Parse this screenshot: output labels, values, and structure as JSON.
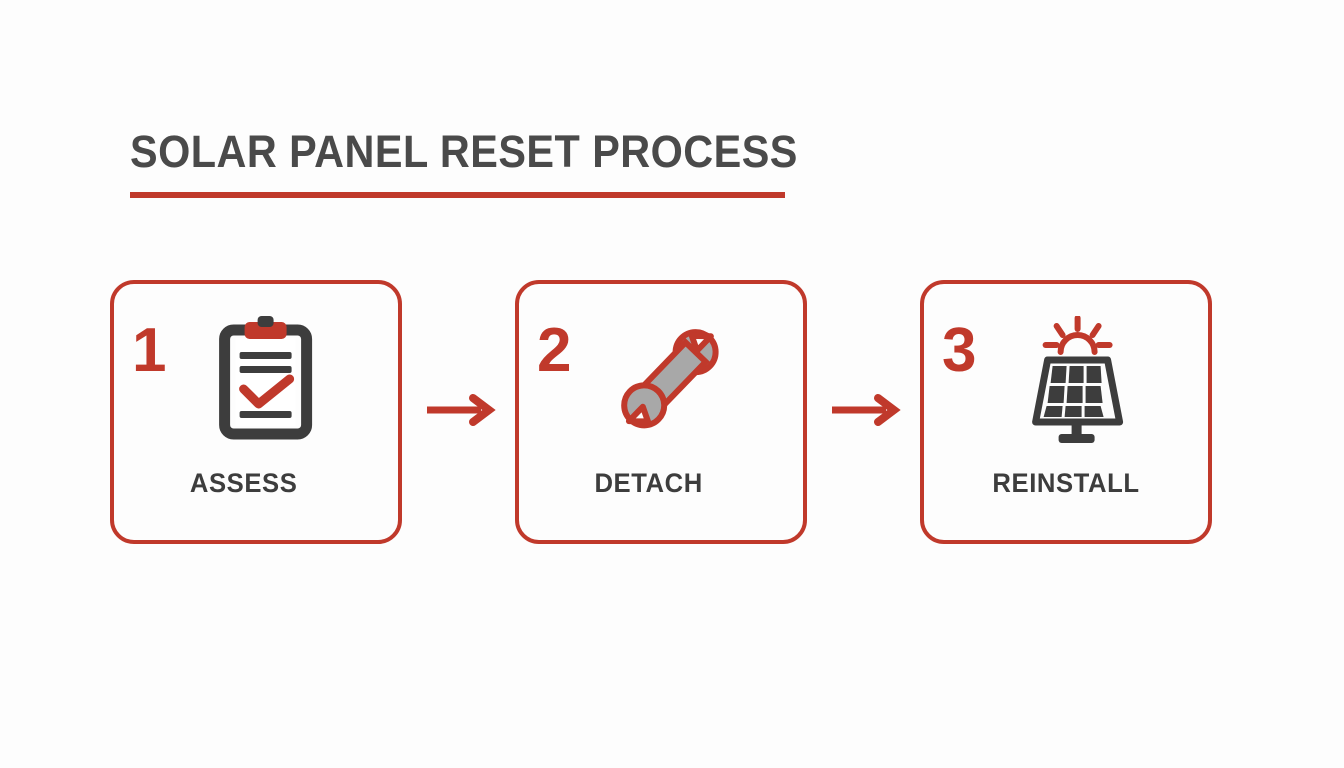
{
  "header": {
    "title": "SOLAR PANEL RESET PROCESS",
    "accent_color": "#c0392b",
    "title_color": "#4a4a4a"
  },
  "theme": {
    "background": "#fdfdfd",
    "accent_red": "#c0392b",
    "dark_gray": "#3d3d3d",
    "icon_gray": "#a8a8a8"
  },
  "flow": {
    "steps": [
      {
        "number": "1",
        "label": "ASSESS",
        "icon": "clipboard-check-icon"
      },
      {
        "number": "2",
        "label": "DETACH",
        "icon": "wrench-icon"
      },
      {
        "number": "3",
        "label": "REINSTALL",
        "icon": "solar-panel-icon"
      }
    ],
    "connectors": [
      {
        "icon": "arrow-right-icon"
      },
      {
        "icon": "arrow-right-icon"
      }
    ]
  }
}
